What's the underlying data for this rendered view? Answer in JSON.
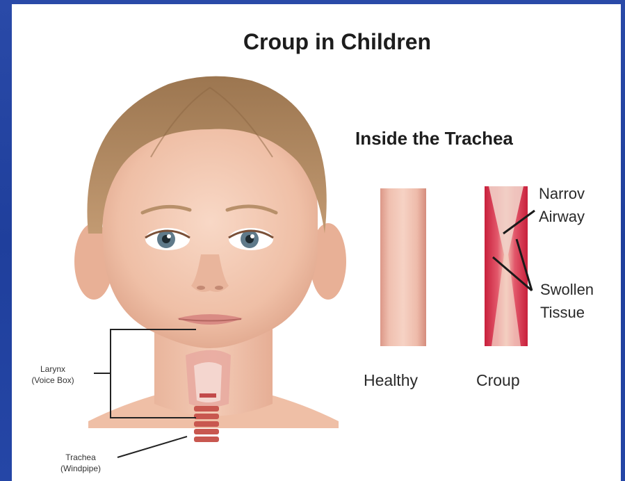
{
  "diagram": {
    "title": "Croup in Children",
    "subtitle": "Inside the Trachea",
    "labels": {
      "larynx_line1": "Larynx",
      "larynx_line2": "(Voice Box)",
      "trachea_line1": "Trachea",
      "trachea_line2": "(Windpipe)",
      "healthy": "Healthy",
      "croup": "Croup",
      "narrow_line1": "Narrov",
      "narrow_line2": "Airway",
      "swollen_line1": "Swollen",
      "swollen_line2": "Tissue"
    },
    "colors": {
      "background_frame": "#2546a6",
      "skin": "#f2c6ae",
      "hair": "#b08a64",
      "trachea_healthy": "#eab3a3",
      "trachea_swollen": "#d8344e"
    }
  }
}
